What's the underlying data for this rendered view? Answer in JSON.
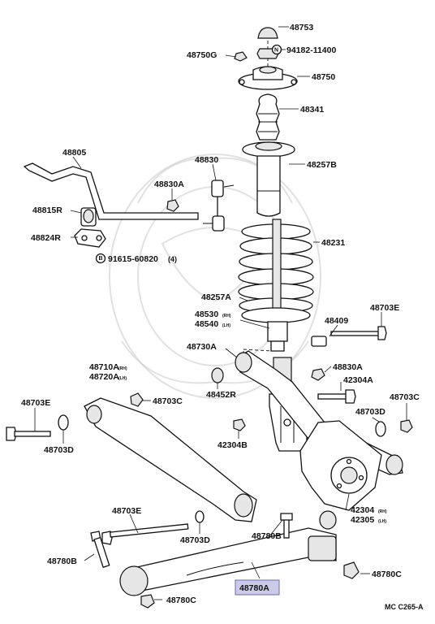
{
  "labels": {
    "p48753": "48753",
    "p94182": "94182-11400",
    "p48750g": "48750G",
    "p48750": "48750",
    "p48341": "48341",
    "p48257b": "48257B",
    "p48805": "48805",
    "p48830": "48830",
    "p48830a_top": "48830A",
    "p48815r": "48815R",
    "p48824r": "48824R",
    "p48231": "48231",
    "p91615": "91615-60820",
    "p91615_qty": "(4)",
    "p48257a": "48257A",
    "p48530": "48530",
    "p48530_side": "(RH)",
    "p48540": "48540",
    "p48540_side": "(LH)",
    "p48409": "48409",
    "p48703e_top": "48703E",
    "p48730a": "48730A",
    "p48830a_mid": "48830A",
    "p42304a": "42304A",
    "p48710a": "48710A",
    "p48710a_side": "(RH)",
    "p48720a": "48720A",
    "p48720a_side": "(LH)",
    "p48452r": "48452R",
    "p48703c_mid": "48703C",
    "p48703e_left": "48703E",
    "p48703d_left": "48703D",
    "p48703d_right": "48703D",
    "p48703c_right": "48703C",
    "p42304b": "42304B",
    "p42304": "42304",
    "p42304_side": "(RH)",
    "p42305": "42305",
    "p42305_side": "(LH)",
    "p48703e_bottom": "48703E",
    "p48703d_bottom": "48703D",
    "p48780b_right": "48780B",
    "p48780b_left": "48780B",
    "p48780c_right": "48780C",
    "p48780a": "48780A",
    "p48780c_bottom": "48780C",
    "figure_code": "MC C265-A",
    "n_symbol": "N",
    "b_symbol": "B"
  },
  "colors": {
    "ink": "#111111",
    "highlight_fill": "#c9cbe8",
    "highlight_border": "#6a6fa8",
    "watermark": "#c8c8c8"
  }
}
